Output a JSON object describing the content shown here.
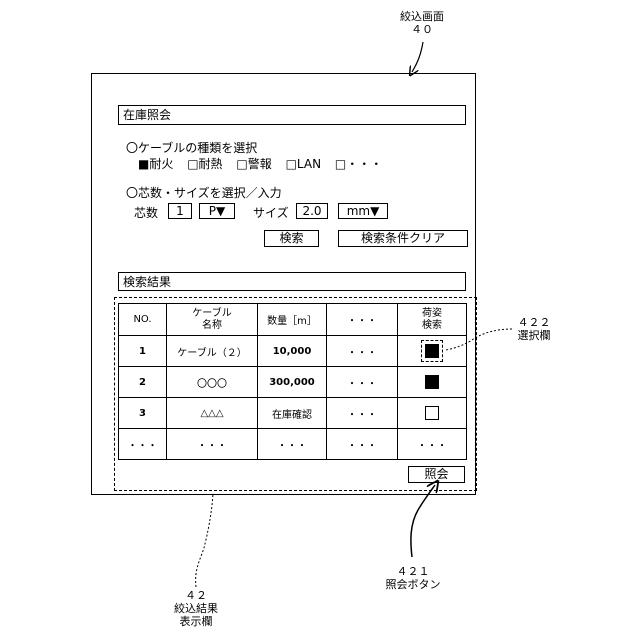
{
  "callouts": {
    "screen_name": "絞込画面",
    "screen_ref": "４０",
    "select_col_ref": "４２２",
    "select_col_name": "選択欄",
    "query_btn_ref": "４２１",
    "query_btn_name": "照会ボタン",
    "result_area_ref": "４２",
    "result_area_name_1": "絞込結果",
    "result_area_name_2": "表示欄"
  },
  "inventory": {
    "title": "在庫照会",
    "cable_type_heading": "〇ケーブルの種類を選択",
    "cable_types": [
      {
        "mark": "■",
        "label": "耐火"
      },
      {
        "mark": "□",
        "label": "耐熱"
      },
      {
        "mark": "□",
        "label": "警報"
      },
      {
        "mark": "□",
        "label": "LAN"
      },
      {
        "mark": "□",
        "label": "・・・"
      }
    ],
    "size_heading": "〇芯数・サイズを選択／入力",
    "cores_label": "芯数",
    "cores_value": "1",
    "cores_unit": "P▼",
    "size_label": "サイズ",
    "size_value": "2.0",
    "size_unit": "mm▼",
    "search_button": "検索",
    "clear_button": "検索条件クリア"
  },
  "results": {
    "title": "検索結果",
    "headers": {
      "no": "NO.",
      "name_1": "ケーブル",
      "name_2": "名称",
      "qty": "数量［m］",
      "more": "・・・",
      "select_1": "荷姿",
      "select_2": "検索"
    },
    "rows": [
      {
        "no": "1",
        "name": "ケーブル（２）",
        "qty": "10,000",
        "more": "・・・",
        "selected": true
      },
      {
        "no": "2",
        "name": "〇〇〇",
        "qty": "300,000",
        "more": "・・・",
        "selected": true
      },
      {
        "no": "3",
        "name": "△△△",
        "qty": "在庫確認",
        "more": "・・・",
        "selected": false
      },
      {
        "no": "・・・",
        "name": "・・・",
        "qty": "・・・",
        "more": "・・・",
        "select": "・・・"
      }
    ],
    "query_button": "照会"
  }
}
